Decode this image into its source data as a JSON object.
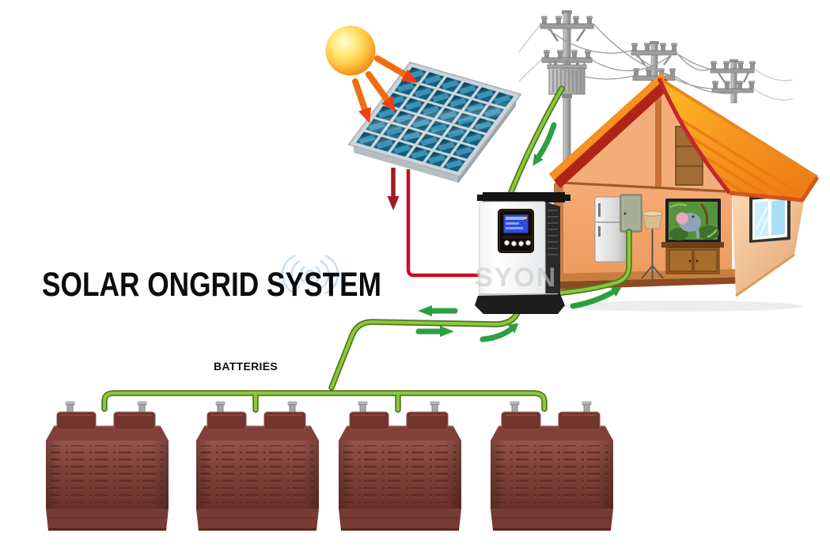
{
  "title": "SOLAR ONGRID SYSTEM",
  "labels": {
    "batteries": "BATTERIES"
  },
  "watermark": {
    "text": "SYON"
  },
  "diagram": {
    "components": [
      {
        "name": "sun"
      },
      {
        "name": "sun-rays",
        "count": 3
      },
      {
        "name": "solar-panel",
        "cells": "6x6"
      },
      {
        "name": "dc-cable",
        "color_hex": "#c5101f"
      },
      {
        "name": "utility-poles",
        "count": 3
      },
      {
        "name": "transformer"
      },
      {
        "name": "house",
        "appliances": [
          "refrigerator",
          "breaker-panel",
          "floor-lamp",
          "tv",
          "tv-cabinet",
          "window"
        ]
      },
      {
        "name": "inverter"
      },
      {
        "name": "batteries",
        "count": 4
      },
      {
        "name": "ac-cables",
        "color_hex": "#8cc63e"
      },
      {
        "name": "flow-arrows",
        "count": 5
      }
    ],
    "colors": {
      "cable_green": "#8cc63e",
      "cable_green_dark": "#4e7a1c",
      "arrow_green": "#2f9e41",
      "cable_red": "#c5101f",
      "arrow_dark_red": "#a61826",
      "sun_orange": "#f58f1d",
      "roof_orange": "#f6921e",
      "panel_blue": "#135e80",
      "battery_maroon": "#7d4038",
      "wall_peach": "#f2a36d"
    }
  }
}
